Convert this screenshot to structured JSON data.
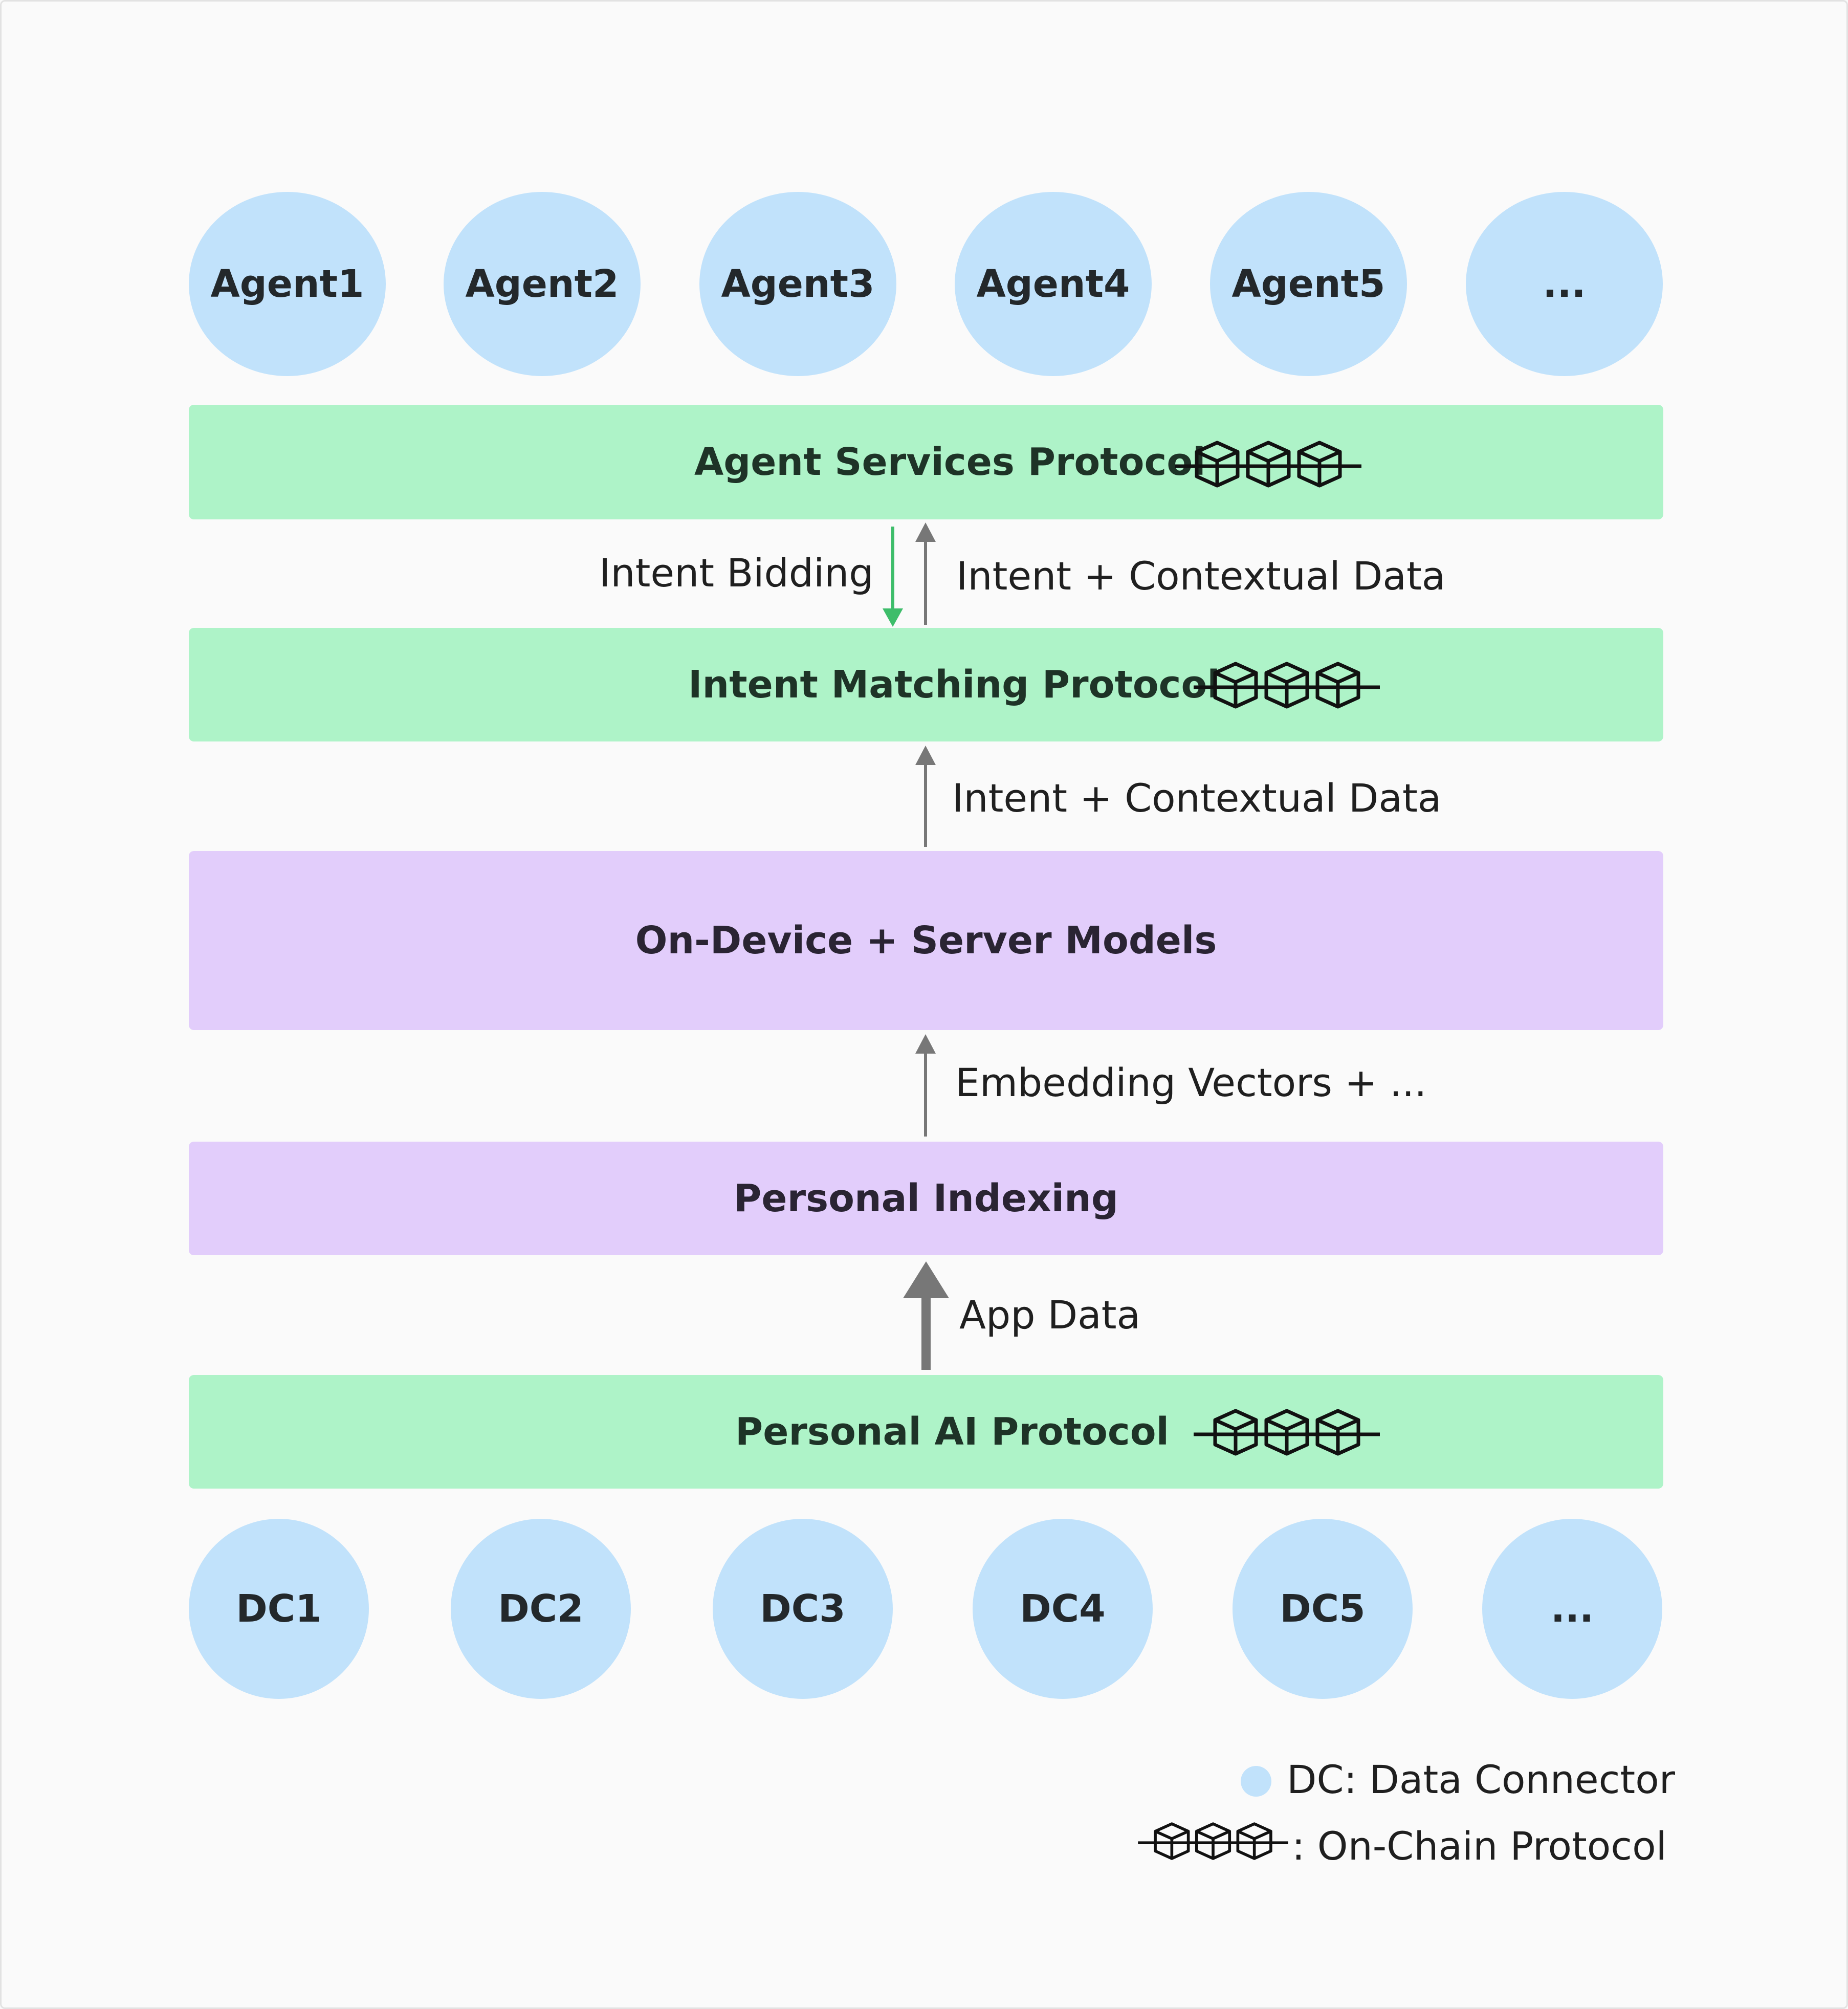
{
  "agents": [
    "Agent1",
    "Agent2",
    "Agent3",
    "Agent4",
    "Agent5",
    "..."
  ],
  "data_connectors": [
    "DC1",
    "DC2",
    "DC3",
    "DC4",
    "DC5",
    "..."
  ],
  "layers": {
    "agent_services": "Agent Services Protocol",
    "intent_matching": "Intent Matching Protocol",
    "models": "On-Device + Server Models",
    "personal_indexing": "Personal Indexing",
    "personal_ai": "Personal AI Protocol"
  },
  "flows": {
    "intent_bidding": "Intent Bidding",
    "intent_context_top": "Intent + Contextual Data",
    "intent_context_mid": "Intent + Contextual Data",
    "embedding": "Embedding Vectors + ...",
    "app_data": "App Data"
  },
  "legend": {
    "dc": "DC: Data Connector",
    "chain": ": On-Chain Protocol"
  },
  "colors": {
    "agent_circle": "#c1e2fb",
    "protocol_band": "#aef3c8",
    "model_band": "#e2cdfb",
    "bidding_arrow": "#3dbd6a",
    "flow_arrow": "#777777"
  }
}
